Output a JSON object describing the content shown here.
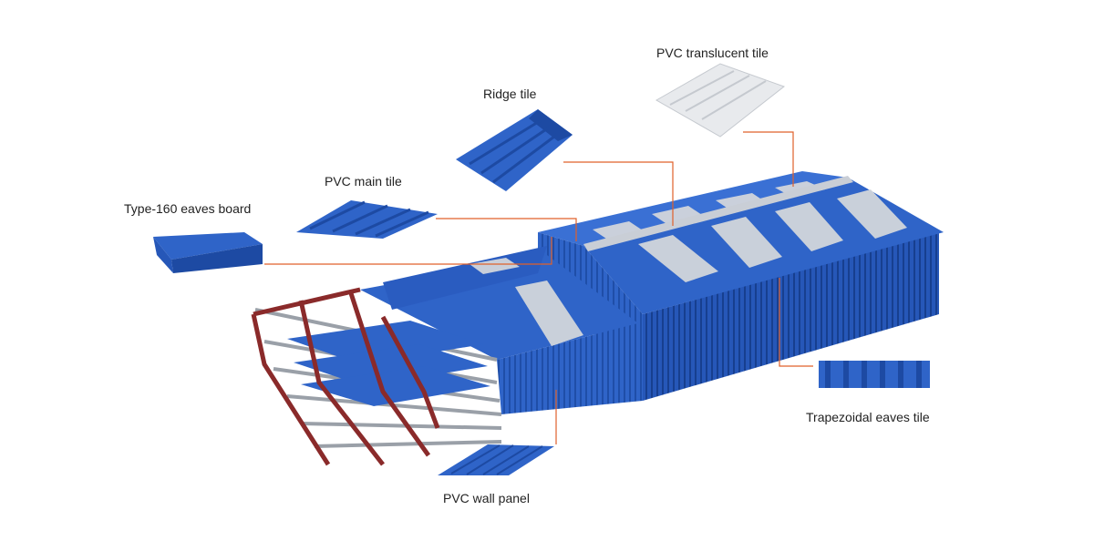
{
  "labels": {
    "translucent": "PVC translucent tile",
    "ridge": "Ridge tile",
    "main": "PVC main tile",
    "eaves_board": "Type-160 eaves board",
    "trapezoidal": "Trapezoidal eaves tile",
    "wall": "PVC wall panel"
  },
  "colors": {
    "roof_blue": "#2f64c8",
    "roof_blue_dark": "#1d4aa3",
    "leader_line": "#e0602a",
    "translucent": "#cfd3d8",
    "frame_steel": "#9aa0a8",
    "frame_column": "#8a2a2a"
  }
}
